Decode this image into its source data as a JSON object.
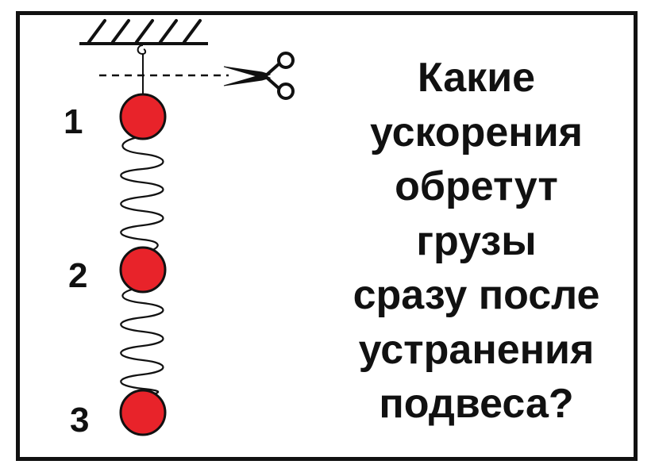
{
  "labels": {
    "mass_1": "1",
    "mass_2": "2",
    "mass_3": "3"
  },
  "question": {
    "lines": [
      "Какие",
      "ускорения",
      "обретут",
      "грузы",
      "сразу после",
      "устранения",
      "подвеса?"
    ]
  },
  "colors": {
    "mass_fill": "#e8232a",
    "stroke": "#111111",
    "background": "#ffffff"
  },
  "icons": {
    "cut_tool": "scissors-icon",
    "support": "ceiling-hatch"
  }
}
